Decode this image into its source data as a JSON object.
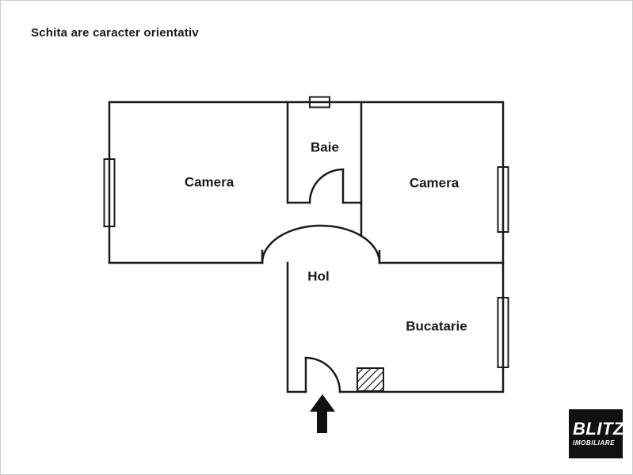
{
  "page": {
    "disclaimer": "Schita are caracter orientativ"
  },
  "rooms": {
    "camera_left": {
      "label": "Camera"
    },
    "baie": {
      "label": "Baie"
    },
    "camera_right": {
      "label": "Camera"
    },
    "hol": {
      "label": "Hol"
    },
    "bucatarie": {
      "label": "Bucatarie"
    }
  },
  "logo": {
    "brand": "BLITZ",
    "tagline": "IMOBILIARE"
  },
  "colors": {
    "walls": "#1b1b1b",
    "background": "#ffffff",
    "frame_border": "#cccccc",
    "logo_background": "#111111",
    "logo_text": "#ffffff"
  }
}
